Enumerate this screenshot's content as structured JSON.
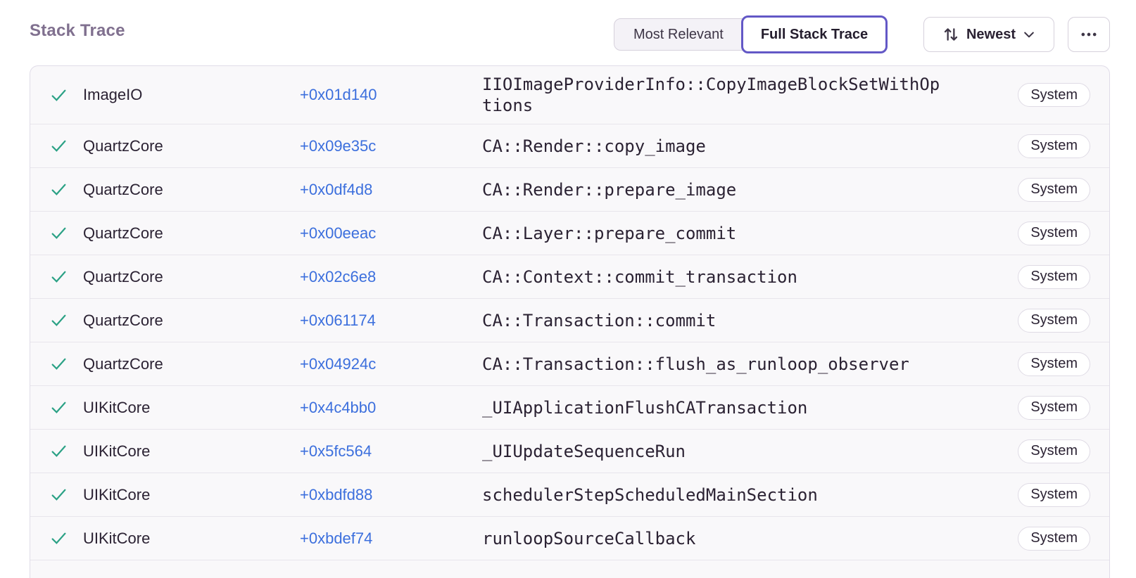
{
  "header": {
    "title": "Stack Trace",
    "view_toggle": {
      "options": [
        {
          "label": "Most Relevant",
          "active": false
        },
        {
          "label": "Full Stack Trace",
          "active": true
        }
      ]
    },
    "sort": {
      "label": "Newest"
    }
  },
  "icons": {
    "check-icon": "✓",
    "sort-arrows-icon": "↑↓",
    "chevron-down-icon": "⌄",
    "ellipsis-icon": "⋯"
  },
  "colors": {
    "title_gray": "#80708f",
    "text_dark": "#2b2233",
    "link_blue": "#3c6fdd",
    "check_green": "#2ba185",
    "accent_purple": "#6358c6",
    "row_background": "#f9f8fa",
    "border": "#e0dce8"
  },
  "table": {
    "rows": [
      {
        "module": "ImageIO",
        "address": "+0x01d140",
        "function": "IIOImageProviderInfo::CopyImageBlockSetWithOptions",
        "badge": "System"
      },
      {
        "module": "QuartzCore",
        "address": "+0x09e35c",
        "function": "CA::Render::copy_image",
        "badge": "System"
      },
      {
        "module": "QuartzCore",
        "address": "+0x0df4d8",
        "function": "CA::Render::prepare_image",
        "badge": "System"
      },
      {
        "module": "QuartzCore",
        "address": "+0x00eeac",
        "function": "CA::Layer::prepare_commit",
        "badge": "System"
      },
      {
        "module": "QuartzCore",
        "address": "+0x02c6e8",
        "function": "CA::Context::commit_transaction",
        "badge": "System"
      },
      {
        "module": "QuartzCore",
        "address": "+0x061174",
        "function": "CA::Transaction::commit",
        "badge": "System"
      },
      {
        "module": "QuartzCore",
        "address": "+0x04924c",
        "function": "CA::Transaction::flush_as_runloop_observer",
        "badge": "System"
      },
      {
        "module": "UIKitCore",
        "address": "+0x4c4bb0",
        "function": "_UIApplicationFlushCATransaction",
        "badge": "System"
      },
      {
        "module": "UIKitCore",
        "address": "+0x5fc564",
        "function": "_UIUpdateSequenceRun",
        "badge": "System"
      },
      {
        "module": "UIKitCore",
        "address": "+0xbdfd88",
        "function": "schedulerStepScheduledMainSection",
        "badge": "System"
      },
      {
        "module": "UIKitCore",
        "address": "+0xbdef74",
        "function": "runloopSourceCallback",
        "badge": "System"
      }
    ]
  }
}
